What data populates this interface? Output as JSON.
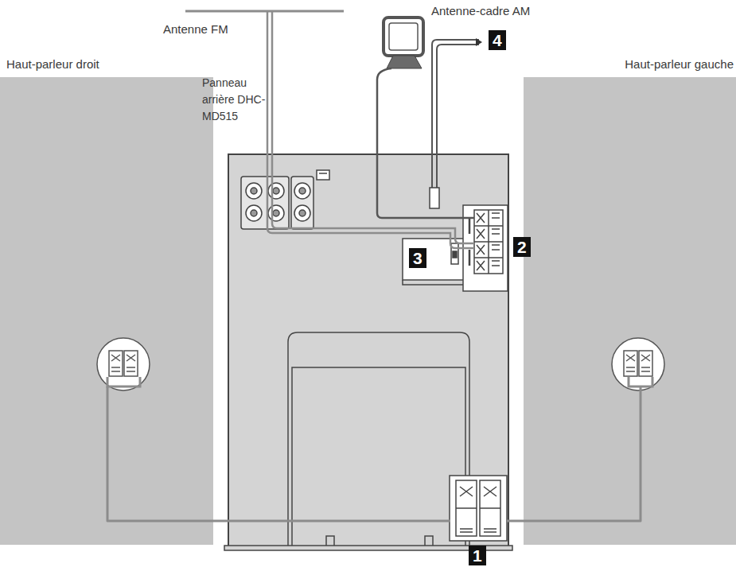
{
  "diagram": {
    "nodes": [
      {
        "text": [
          "Haut-parleur droit"
        ]
      },
      {
        "text": [
          "Panneau arrière DHC-MD515"
        ]
      },
      {
        "text": [
          "Haut-parleur gauche"
        ]
      }
    ],
    "edges": [
      {
        "from": 0,
        "to": 1,
        "arrow": "none"
      },
      {
        "from": 2,
        "to": 1,
        "arrow": "none"
      }
    ],
    "labels": [
      "Antenne FM",
      "Antenne-cadre AM",
      "1",
      "2",
      "3",
      "4"
    ]
  }
}
